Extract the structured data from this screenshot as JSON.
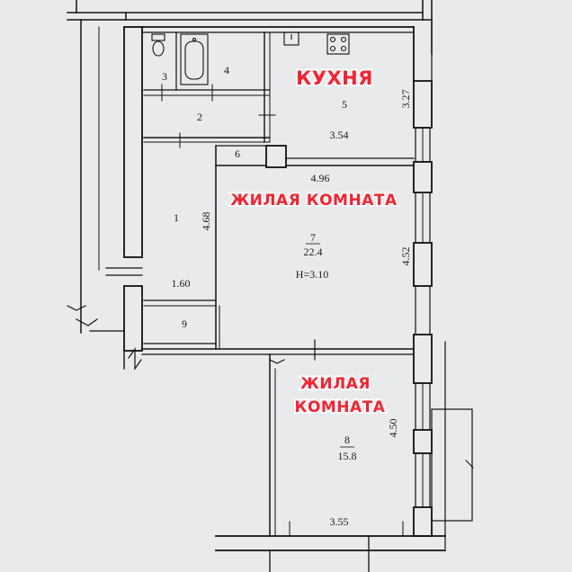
{
  "colors": {
    "paper": "#e9eaec",
    "wall": "#111111",
    "label_fill": "#ff1f2d",
    "label_outline": "#ffffff"
  },
  "labels": {
    "kitchen": "КУХНЯ",
    "living_room_1": "ЖИЛАЯ КОМНАТА",
    "living_room_2_line1": "ЖИЛАЯ",
    "living_room_2_line2": "КОМНАТА"
  },
  "rooms": {
    "r1": "1",
    "r2": "2",
    "r3": "3",
    "r4": "4",
    "r5": "5",
    "r6": "6",
    "r7": "7",
    "r7_area": "22.4",
    "r7_height": "H=3.10",
    "r8": "8",
    "r8_area": "15.8",
    "r9": "9"
  },
  "dimensions": {
    "d327": "3.27",
    "d354": "3.54",
    "d496": "4.96",
    "d468": "4.68",
    "d452": "4.52",
    "d160": "1.60",
    "d450": "4.50",
    "d355": "3.55"
  },
  "icons": [
    "toilet-icon",
    "bathtub-icon",
    "sink-icon",
    "stove-icon"
  ]
}
